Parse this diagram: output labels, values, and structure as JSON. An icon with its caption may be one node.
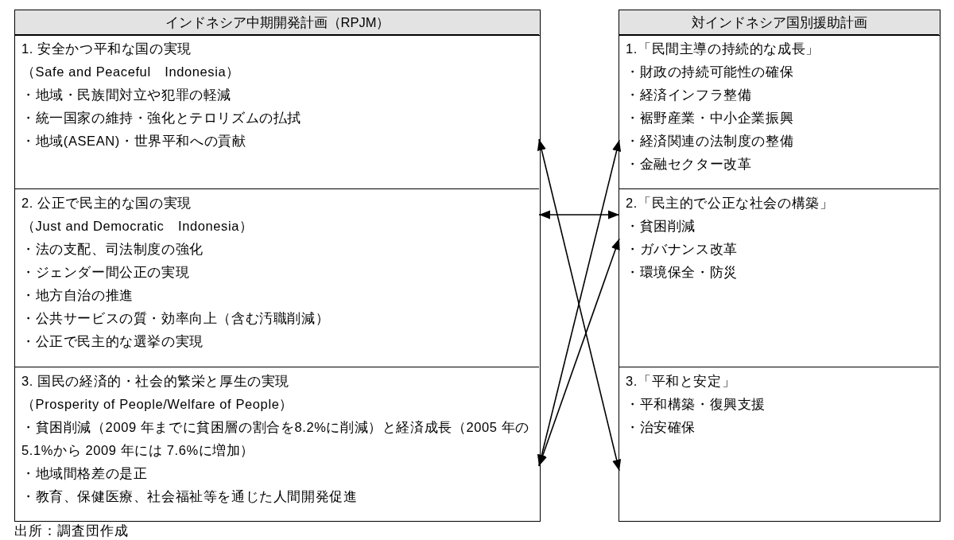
{
  "diagram": {
    "caption": "出所：調査団作成",
    "nodes": [
      {
        "text": [
          "インドネシア中期開発計画（RPJM）"
        ]
      },
      {
        "text": [
          "1. 安全かつ平和な国の実現",
          "（Safe and Peaceful　Indonesia）",
          "・地域・民族間対立や犯罪の軽減",
          "・統一国家の維持・強化とテロリズムの払拭",
          "・地域(ASEAN)・世界平和への貢献"
        ],
        "in": 0
      },
      {
        "text": [
          "2. 公正で民主的な国の実現",
          "（Just and Democratic　Indonesia）",
          "・法の支配、司法制度の強化",
          "・ジェンダー間公正の実現",
          "・地方自治の推進",
          "・公共サービスの質・効率向上（含む汚職削減）",
          "・公正で民主的な選挙の実現"
        ],
        "in": 0
      },
      {
        "text": [
          "3. 国民の経済的・社会的繁栄と厚生の実現",
          "（Prosperity of People/Welfare of People）",
          "・貧困削減（2009 年までに貧困層の割合を8.2%に削減）と経済成長（2005 年の 5.1%から 2009 年には 7.6%に増加）",
          "・地域間格差の是正",
          "・教育、保健医療、社会福祉等を通じた人間開発促進"
        ],
        "in": 0
      },
      {
        "text": [
          "対インドネシア国別援助計画"
        ]
      },
      {
        "text": [
          "1.「民間主導の持続的な成長」",
          "・財政の持続可能性の確保",
          "・経済インフラ整備",
          "・裾野産業・中小企業振興",
          "・経済関連の法制度の整備",
          "・金融セクター改革"
        ],
        "in": 4
      },
      {
        "text": [
          "2.「民主的で公正な社会の構築」",
          "・貧困削減",
          "・ガバナンス改革",
          "・環境保全・防災"
        ],
        "in": 4
      },
      {
        "text": [
          "3.「平和と安定」",
          "・平和構築・復興支援",
          "・治安確保"
        ],
        "in": 4
      }
    ],
    "edges": [
      {
        "from": 1,
        "to": 7,
        "arrow": "both"
      },
      {
        "from": 2,
        "to": 6,
        "arrow": "both"
      },
      {
        "from": 3,
        "to": 5,
        "arrow": "both"
      },
      {
        "from": 3,
        "to": 6,
        "arrow": "both"
      }
    ]
  }
}
